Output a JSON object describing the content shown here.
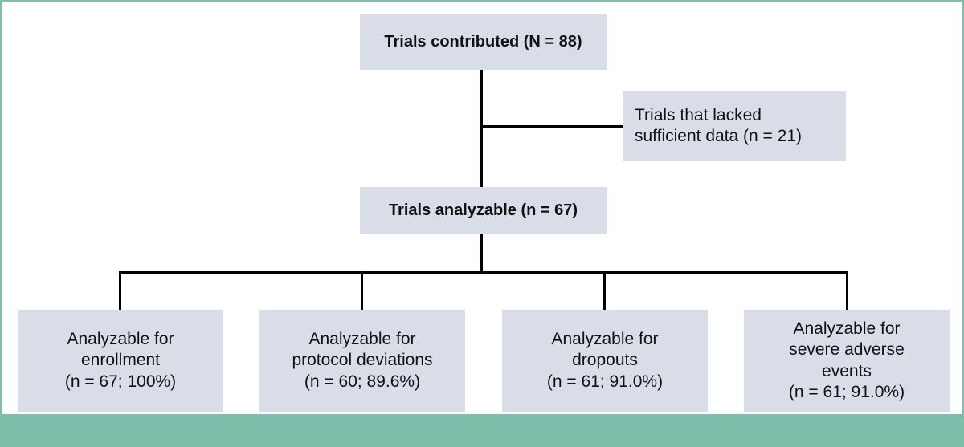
{
  "diagram": {
    "top_box": "Trials contributed (N = 88)",
    "excluded_box": "Trials that lacked\nsufficient data (n = 21)",
    "analyzable_box": "Trials analyzable (n = 67)",
    "outcomes": [
      "Analyzable for\nenrollment\n(n = 67; 100%)",
      "Analyzable for\nprotocol deviations\n(n = 60; 89.6%)",
      "Analyzable for\ndropouts\n(n = 61; 91.0%)",
      "Analyzable for\nsevere adverse\nevents\n(n = 61; 91.0%)"
    ]
  },
  "colors": {
    "box_fill": "#d8dde8",
    "frame_accent": "#7dbfab",
    "connector": "#000000"
  }
}
